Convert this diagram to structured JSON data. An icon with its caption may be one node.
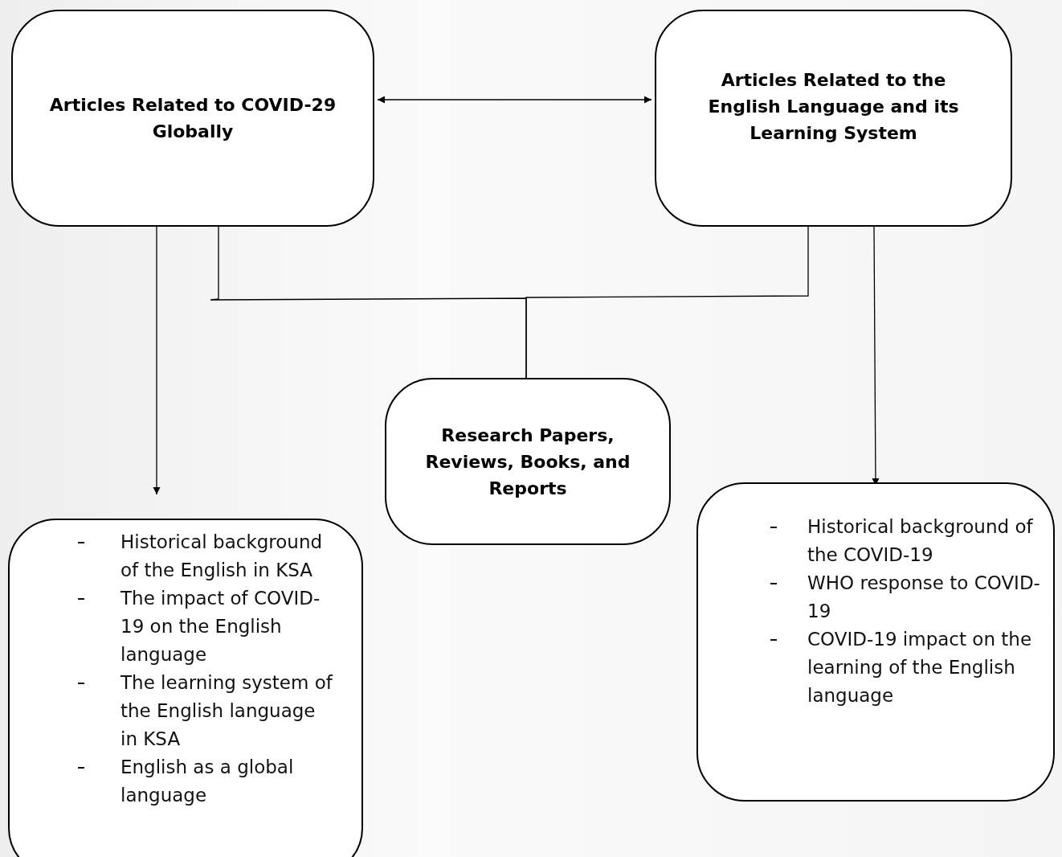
{
  "diagram": {
    "nodes": [
      {
        "text": [
          "Articles Related to COVID-29 Globally"
        ]
      },
      {
        "text": [
          "Articles Related to the English Language and its Learning System"
        ]
      },
      {
        "text": [
          "Research Papers, Reviews, Books, and Reports"
        ]
      },
      {
        "text": [
          "Historical background of the English in KSA",
          "The impact of COVID-19 on the English language",
          "The learning system of the English language in KSA",
          "English as a global language"
        ]
      },
      {
        "text": [
          "Historical background of the COVID-19",
          "WHO response to COVID-19",
          "COVID-19 impact on the learning of the English language"
        ]
      }
    ],
    "edges": [
      {
        "from": 0,
        "to": 1,
        "arrow": "both"
      },
      {
        "from": 0,
        "to": 3,
        "arrow": "to"
      },
      {
        "from": 1,
        "to": 4,
        "arrow": "to"
      },
      {
        "from": 0,
        "to": 2,
        "arrow": "none"
      },
      {
        "from": 1,
        "to": 2,
        "arrow": "none"
      }
    ]
  }
}
